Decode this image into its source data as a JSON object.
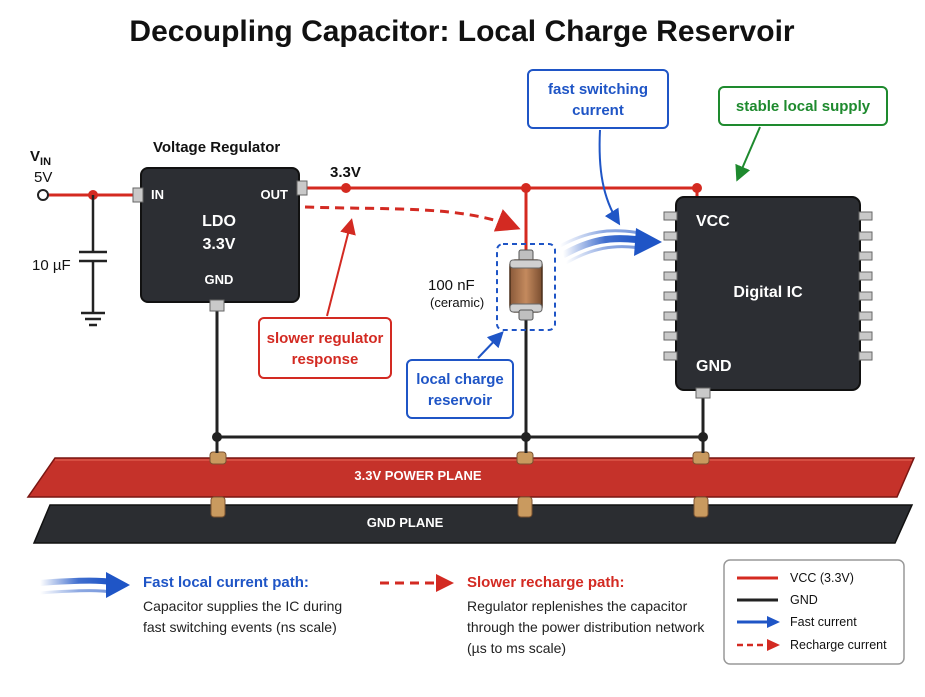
{
  "title": "Decoupling Capacitor: Local Charge Reservoir",
  "input": {
    "vin_symbol": "V",
    "vin_subscript": "IN",
    "vin_value": "5V",
    "input_cap": "10 µF"
  },
  "regulator": {
    "heading": "Voltage Regulator",
    "name": "LDO",
    "voltage": "3.3V",
    "pin_in": "IN",
    "pin_out": "OUT",
    "pin_gnd": "GND"
  },
  "rail_label": "3.3V",
  "decoupling_cap": {
    "value": "100 nF",
    "type": "(ceramic)"
  },
  "ic": {
    "name": "Digital IC",
    "pin_vcc": "VCC",
    "pin_gnd": "GND"
  },
  "callouts": {
    "fast_switching": [
      "fast switching",
      "current"
    ],
    "stable_supply": "stable local supply",
    "slower_regulator": [
      "slower regulator",
      "response"
    ],
    "local_reservoir": [
      "local charge",
      "reservoir"
    ]
  },
  "planes": {
    "power": "3.3V POWER PLANE",
    "ground": "GND PLANE"
  },
  "legend": {
    "fast": {
      "heading": "Fast local current path:",
      "lines": [
        "Capacitor supplies the IC during",
        "fast switching events (ns scale)"
      ]
    },
    "slow": {
      "heading": "Slower recharge path:",
      "lines": [
        "Regulator replenishes the capacitor",
        "through the power distribution network",
        "(µs to ms scale)"
      ]
    }
  },
  "key": {
    "vcc": "VCC (3.3V)",
    "gnd": "GND",
    "fast": "Fast current",
    "recharge": "Recharge current"
  },
  "colors": {
    "vcc": "#d42a20",
    "gnd": "#222222",
    "fast": "#1f55c6",
    "recharge": "#d32a22",
    "stable": "#1e8a2e"
  }
}
